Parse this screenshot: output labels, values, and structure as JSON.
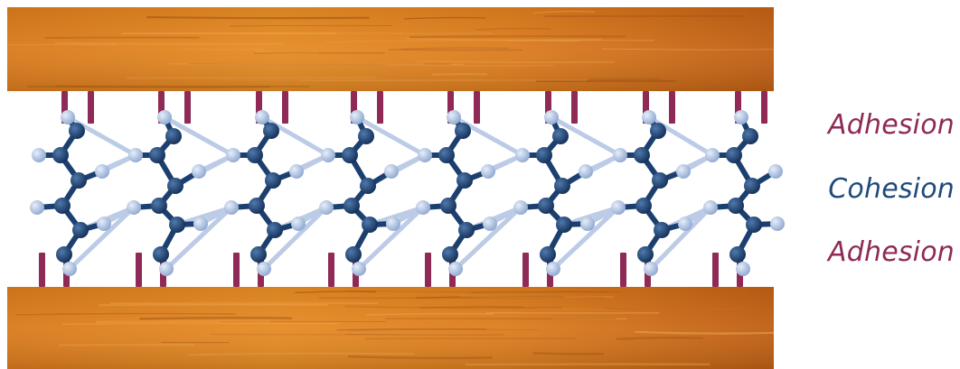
{
  "labels": {
    "adhesion_top": "Adhesion",
    "cohesion": "Cohesion",
    "adhesion_bottom": "Adhesion"
  },
  "colors": {
    "adhesion": "#8e2a55",
    "cohesion": "#1f4a7a",
    "wood_light": "#e0821f",
    "wood_dark": "#b85a12",
    "oxygen": "#1b3f6e",
    "hydrogen": "#a3b9dd",
    "hbond": "#bccbe6"
  },
  "icons": {
    "top_surface": "wood-plank",
    "bottom_surface": "wood-plank",
    "molecule": "water-molecule"
  }
}
